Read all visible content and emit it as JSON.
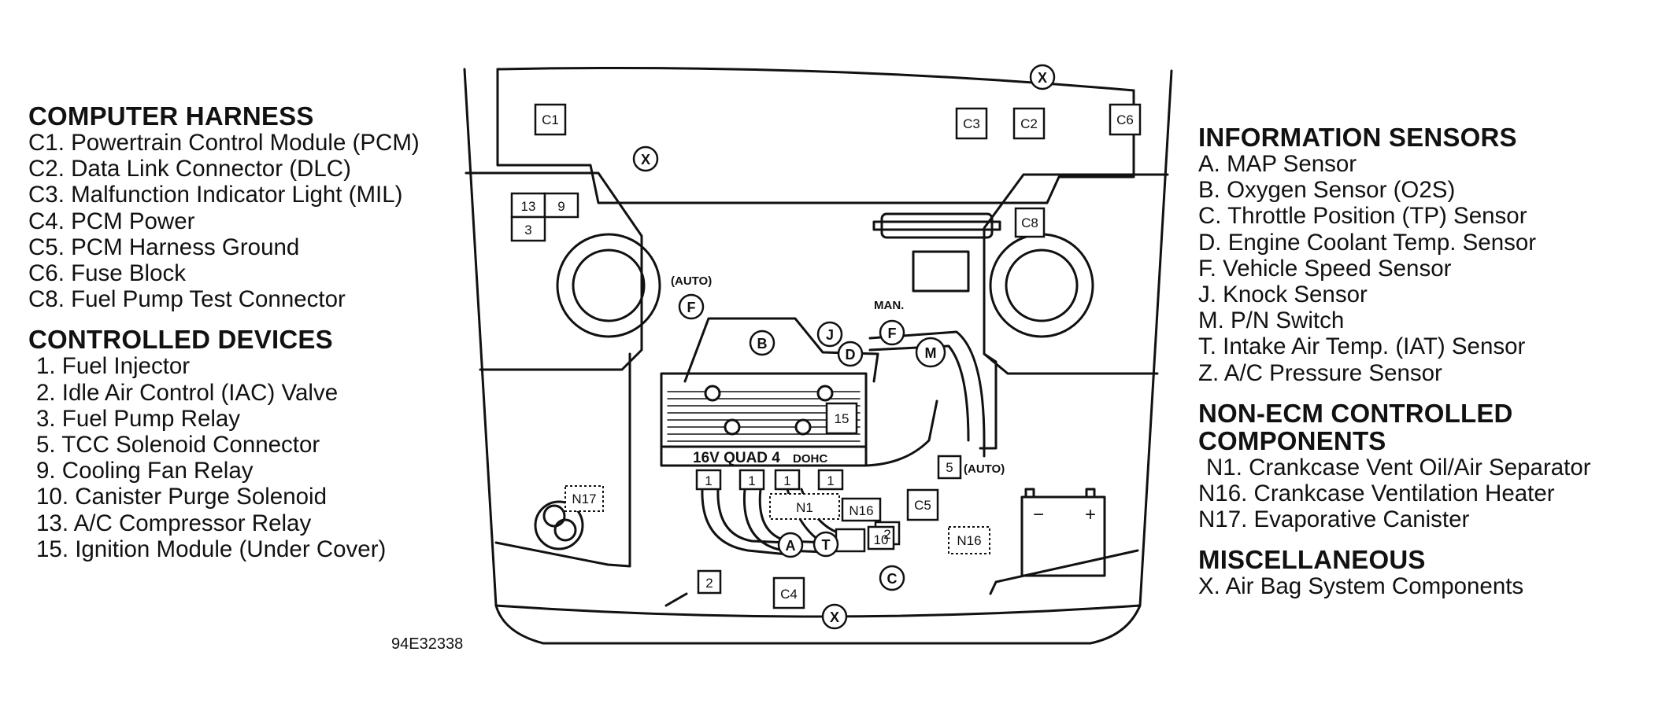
{
  "left": {
    "computer_harness": {
      "heading": "COMPUTER HARNESS",
      "items": [
        "C1. Powertrain Control Module (PCM)",
        "C2. Data Link Connector (DLC)",
        "C3. Malfunction Indicator Light (MIL)",
        "C4. PCM Power",
        "C5. PCM Harness Ground",
        "C6. Fuse Block",
        "C8. Fuel Pump Test Connector"
      ]
    },
    "controlled_devices": {
      "heading": "CONTROLLED DEVICES",
      "items": [
        "1. Fuel Injector",
        "2. Idle Air Control (IAC) Valve",
        "3. Fuel Pump Relay",
        "5. TCC Solenoid Connector",
        "9. Cooling Fan Relay",
        "10. Canister Purge Solenoid",
        "13. A/C Compressor Relay",
        "15. Ignition Module (Under Cover)"
      ]
    }
  },
  "right": {
    "information_sensors": {
      "heading": "INFORMATION SENSORS",
      "items": [
        "A. MAP Sensor",
        "B. Oxygen Sensor (O2S)",
        "C. Throttle Position (TP) Sensor",
        "D. Engine Coolant Temp. Sensor",
        "F. Vehicle Speed Sensor",
        "J. Knock Sensor",
        "M. P/N Switch",
        "T. Intake Air Temp. (IAT) Sensor",
        "Z. A/C Pressure Sensor"
      ]
    },
    "non_ecm": {
      "heading_line1": "NON-ECM CONTROLLED",
      "heading_line2": "COMPONENTS",
      "items": [
        "N1. Crankcase Vent Oil/Air Separator",
        "N16. Crankcase Ventilation Heater",
        "N17. Evaporative Canister"
      ]
    },
    "miscellaneous": {
      "heading": "MISCELLANEOUS",
      "items": [
        "X. Air Bag System Components"
      ]
    }
  },
  "figure_id": "94E32338",
  "diagram": {
    "engine_label": "16V QUAD 4",
    "engine_sub": "DOHC",
    "auto_label": "(AUTO)",
    "man_label": "MAN.",
    "battery_minus": "−",
    "battery_plus": "+",
    "box_labels": {
      "c1": "C1",
      "c2": "C2",
      "c3": "C3",
      "c4": "C4",
      "c5": "C5",
      "c6": "C6",
      "c8": "C8",
      "r13": "13",
      "r9": "9",
      "r3": "3",
      "r15": "15",
      "r5": "5",
      "r2a": "2",
      "r2b": "2",
      "r10": "10",
      "n1": "N1",
      "n16a": "N16",
      "n16b": "N16",
      "n17": "N17",
      "inj1": "1",
      "inj2": "1",
      "inj3": "1",
      "inj4": "1"
    },
    "circle_labels": {
      "x_top": "X",
      "x_left": "X",
      "x_bottom": "X",
      "f_auto": "F",
      "f_man": "F",
      "b": "B",
      "j": "J",
      "d": "D",
      "m": "M",
      "a": "A",
      "t": "T",
      "c": "C"
    }
  }
}
